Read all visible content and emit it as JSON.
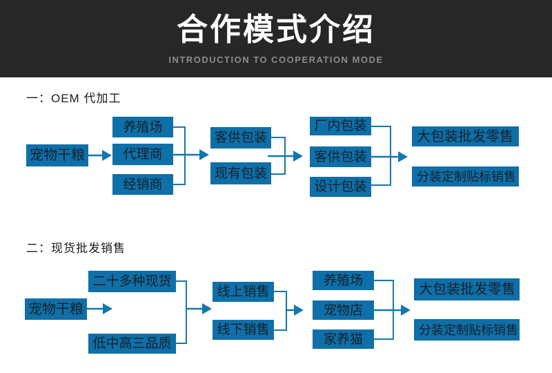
{
  "header": {
    "title": "合作模式介绍",
    "subtitle": "INTRODUCTION TO COOPERATION MODE"
  },
  "sections": [
    {
      "heading": "一：OEM 代加工",
      "col1": [
        "宠物干粮"
      ],
      "col2": [
        "养殖场",
        "代理商",
        "经销商"
      ],
      "col3": [
        "客供包装",
        "现有包装"
      ],
      "col4": [
        "厂内包装",
        "客供包装",
        "设计包装"
      ],
      "col5": [
        "大包装批发零售",
        "分装定制贴标销售"
      ]
    },
    {
      "heading": "二：现货批发销售",
      "col1": [
        "宠物干粮"
      ],
      "col2": [
        "二十多种现货",
        "低中高三品质"
      ],
      "col3": [
        "线上销售",
        "线下销售"
      ],
      "col4": [
        "养殖场",
        "宠物店",
        "家养猫"
      ],
      "col5": [
        "大包装批发零售",
        "分装定制贴标销售"
      ]
    }
  ],
  "colors": {
    "header_bg": "#272727",
    "title_white": "#ffffff",
    "subtitle_gray": "#8c8c8c",
    "box_blue": "#0f6fa8",
    "connector_blue": "#1377b1",
    "box_text": "#14222c"
  }
}
